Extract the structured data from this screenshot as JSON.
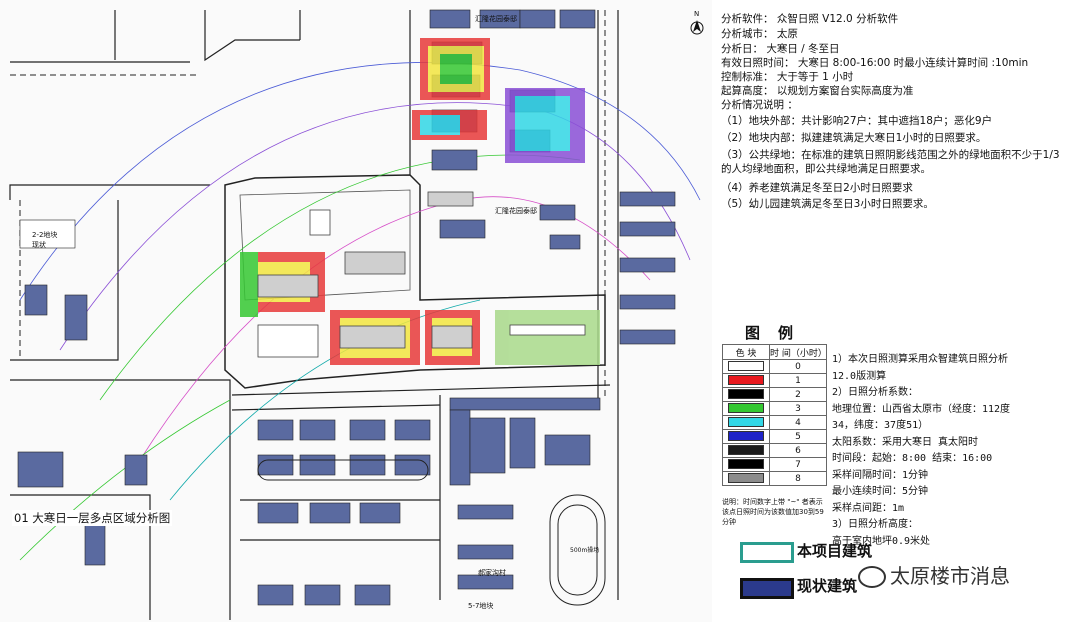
{
  "map": {
    "caption": "01  大寒日一层多点区域分析图",
    "labels": {
      "north_compound": "汇隆花园泰邸",
      "central_compound": "汇隆花园泰邸",
      "west_plot_line1": "2-2地块",
      "west_plot_line2": "现状",
      "south_village": "郝家沟村",
      "south_plot": "5-7地块",
      "field": "500m操场"
    },
    "north_arrow": "N"
  },
  "info": {
    "lines": [
      "分析软件：  众智日照 V12.0 分析软件",
      "分析城市：  太原",
      "分析日：  大寒日 / 冬至日",
      "有效日照时间：  大寒日 8:00-16:00 时最小连续计算时间 :10min",
      "控制标准：  大于等于 1 小时",
      "起算高度：  以规划方案窗台实际高度为准",
      "分析情况说明 ："
    ],
    "items": [
      "（1）地块外部：共计影响27户：其中遮挡18户；恶化9户",
      "（2）地块内部：拟建建筑满足大寒日1小时的日照要求。",
      "（3）公共绿地：在标准的建筑日照阴影线范围之外的绿地面积不少于1/3的人均绿地面积，即公共绿地满足日照要求。",
      "（4）养老建筑满足冬至日2小时日照要求",
      "（5）幼儿园建筑满足冬至日3小时日照要求。"
    ]
  },
  "legend": {
    "title": "图例",
    "header_color": "色 块",
    "header_time": "时 间（小时）",
    "rows": [
      {
        "color": "#ffffff",
        "time": "0"
      },
      {
        "color": "#e8191f",
        "time": "1"
      },
      {
        "color": "#000000",
        "time": "2"
      },
      {
        "color": "#35c832",
        "time": "3"
      },
      {
        "color": "#32d7e6",
        "time": "4"
      },
      {
        "color": "#1e23c8",
        "time": "5"
      },
      {
        "color": "#1a1a1a",
        "time": "6"
      },
      {
        "color": "#000000",
        "time": "7"
      },
      {
        "color": "#8c8c8c",
        "time": "8"
      }
    ],
    "note": "说明：时间数字上带 \"~\" 者表示该点日照时间为该数值加30到59分钟"
  },
  "notes": [
    "1）本次日照测算采用众智建筑日照分析",
    "12.0版测算",
    "2）日照分析系数：",
    "地理位置：山西省太原市（经度：112度",
    "34，纬度：37度51）",
    "太阳系数：采用大寒日  真太阳时",
    "时间段：起始：8:00   结束：16:00",
    "采样间隔时间：1分钟",
    "最小连续时间：5分钟",
    "采样点间距：1m",
    "3）日照分析高度：",
    "高于室内地坪0.9米处"
  ],
  "keys": [
    {
      "label": "本项目建筑",
      "fill": "#ffffff",
      "stroke": "#2a9d8f"
    },
    {
      "label": "现状建筑",
      "fill": "#2b3a8c",
      "stroke": "#111"
    }
  ],
  "watermark": "太原楼市消息",
  "colors": {
    "existing_building": "#5a6aa0",
    "project_outline": "#2a9d8f",
    "road": "#333333"
  }
}
